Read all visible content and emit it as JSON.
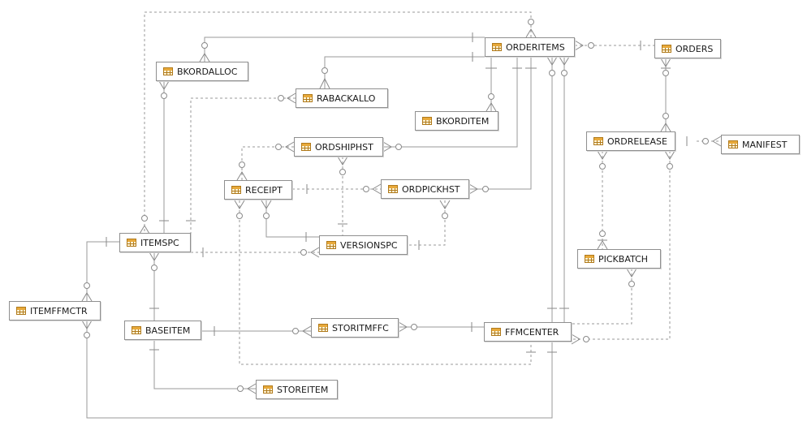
{
  "diagram": {
    "entities": [
      {
        "id": "ORDERITEMS",
        "label": "ORDERITEMS"
      },
      {
        "id": "ORDERS",
        "label": "ORDERS"
      },
      {
        "id": "BKORDALLOC",
        "label": "BKORDALLOC"
      },
      {
        "id": "RABACKALLO",
        "label": "RABACKALLO"
      },
      {
        "id": "BKORDITEM",
        "label": "BKORDITEM"
      },
      {
        "id": "ORDSHIPHST",
        "label": "ORDSHIPHST"
      },
      {
        "id": "ORDRELEASE",
        "label": "ORDRELEASE"
      },
      {
        "id": "MANIFEST",
        "label": "MANIFEST"
      },
      {
        "id": "RECEIPT",
        "label": "RECEIPT"
      },
      {
        "id": "ORDPICKHST",
        "label": "ORDPICKHST"
      },
      {
        "id": "ITEMSPC",
        "label": "ITEMSPC"
      },
      {
        "id": "VERSIONSPC",
        "label": "VERSIONSPC"
      },
      {
        "id": "PICKBATCH",
        "label": "PICKBATCH"
      },
      {
        "id": "ITEMFFMCTR",
        "label": "ITEMFFMCTR"
      },
      {
        "id": "BASEITEM",
        "label": "BASEITEM"
      },
      {
        "id": "STORITMFFC",
        "label": "STORITMFFC"
      },
      {
        "id": "FFMCENTER",
        "label": "FFMCENTER"
      },
      {
        "id": "STOREITEM",
        "label": "STOREITEM"
      }
    ]
  },
  "style": {
    "line_color": "#9a9a9a",
    "entity_border": "#8f8f8f",
    "icon_color": "#e8a93a",
    "icon": "table-icon"
  }
}
